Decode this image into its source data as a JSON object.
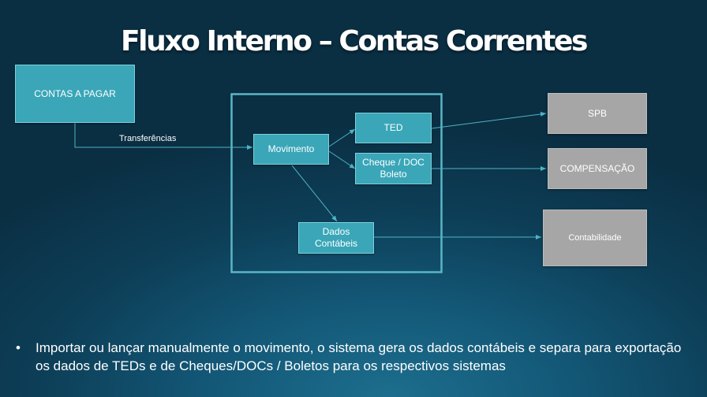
{
  "slide": {
    "title": "Fluxo Interno – Contas Correntes",
    "bullet_text": "Importar ou lançar manualmente o movimento, o sistema gera os dados contábeis e separa para exportação os dados de TEDs e de Cheques/DOCs / Boletos para os respectivos sistemas",
    "bullet_symbol": "•"
  },
  "diagram": {
    "nodes": {
      "contas_a_pagar": "CONTAS A PAGAR",
      "movimento": "Movimento",
      "ted": "TED",
      "cheque_doc_boleto": "Cheque  / DOC\nBoleto",
      "dados_contabeis": "Dados\nContábeis",
      "spb": "SPB",
      "compensacao": "COMPENSAÇÃO",
      "contabilidade": "Contabilidade"
    },
    "edge_labels": {
      "transferencias": "Transferências"
    }
  },
  "colors": {
    "teal_box": "#3aa6b8",
    "gray_box": "#a6a6a6",
    "frame": "#5ab6c6",
    "arrow": "#4fb3c4"
  }
}
